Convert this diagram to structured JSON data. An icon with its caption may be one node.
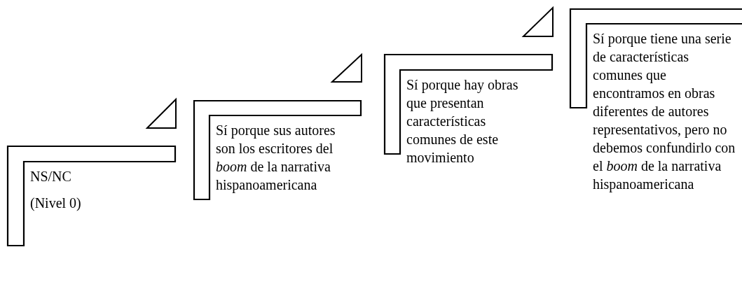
{
  "diagram": {
    "nodes": [
      {
        "text": [
          "NS/NC",
          "(Nivel 0)"
        ]
      },
      {
        "text": [
          "Sí porque sus autores son los escritores del *boom* de la narrativa hispanoamericana"
        ]
      },
      {
        "text": [
          "Sí porque hay obras que presentan características comunes de este movimiento"
        ]
      },
      {
        "text": [
          "Sí porque tiene una serie de características comunes que encontramos en obras diferentes de autores representativos, pero no debemos confundirlo con el *boom* de la narrativa hispanoamericana"
        ]
      }
    ]
  }
}
